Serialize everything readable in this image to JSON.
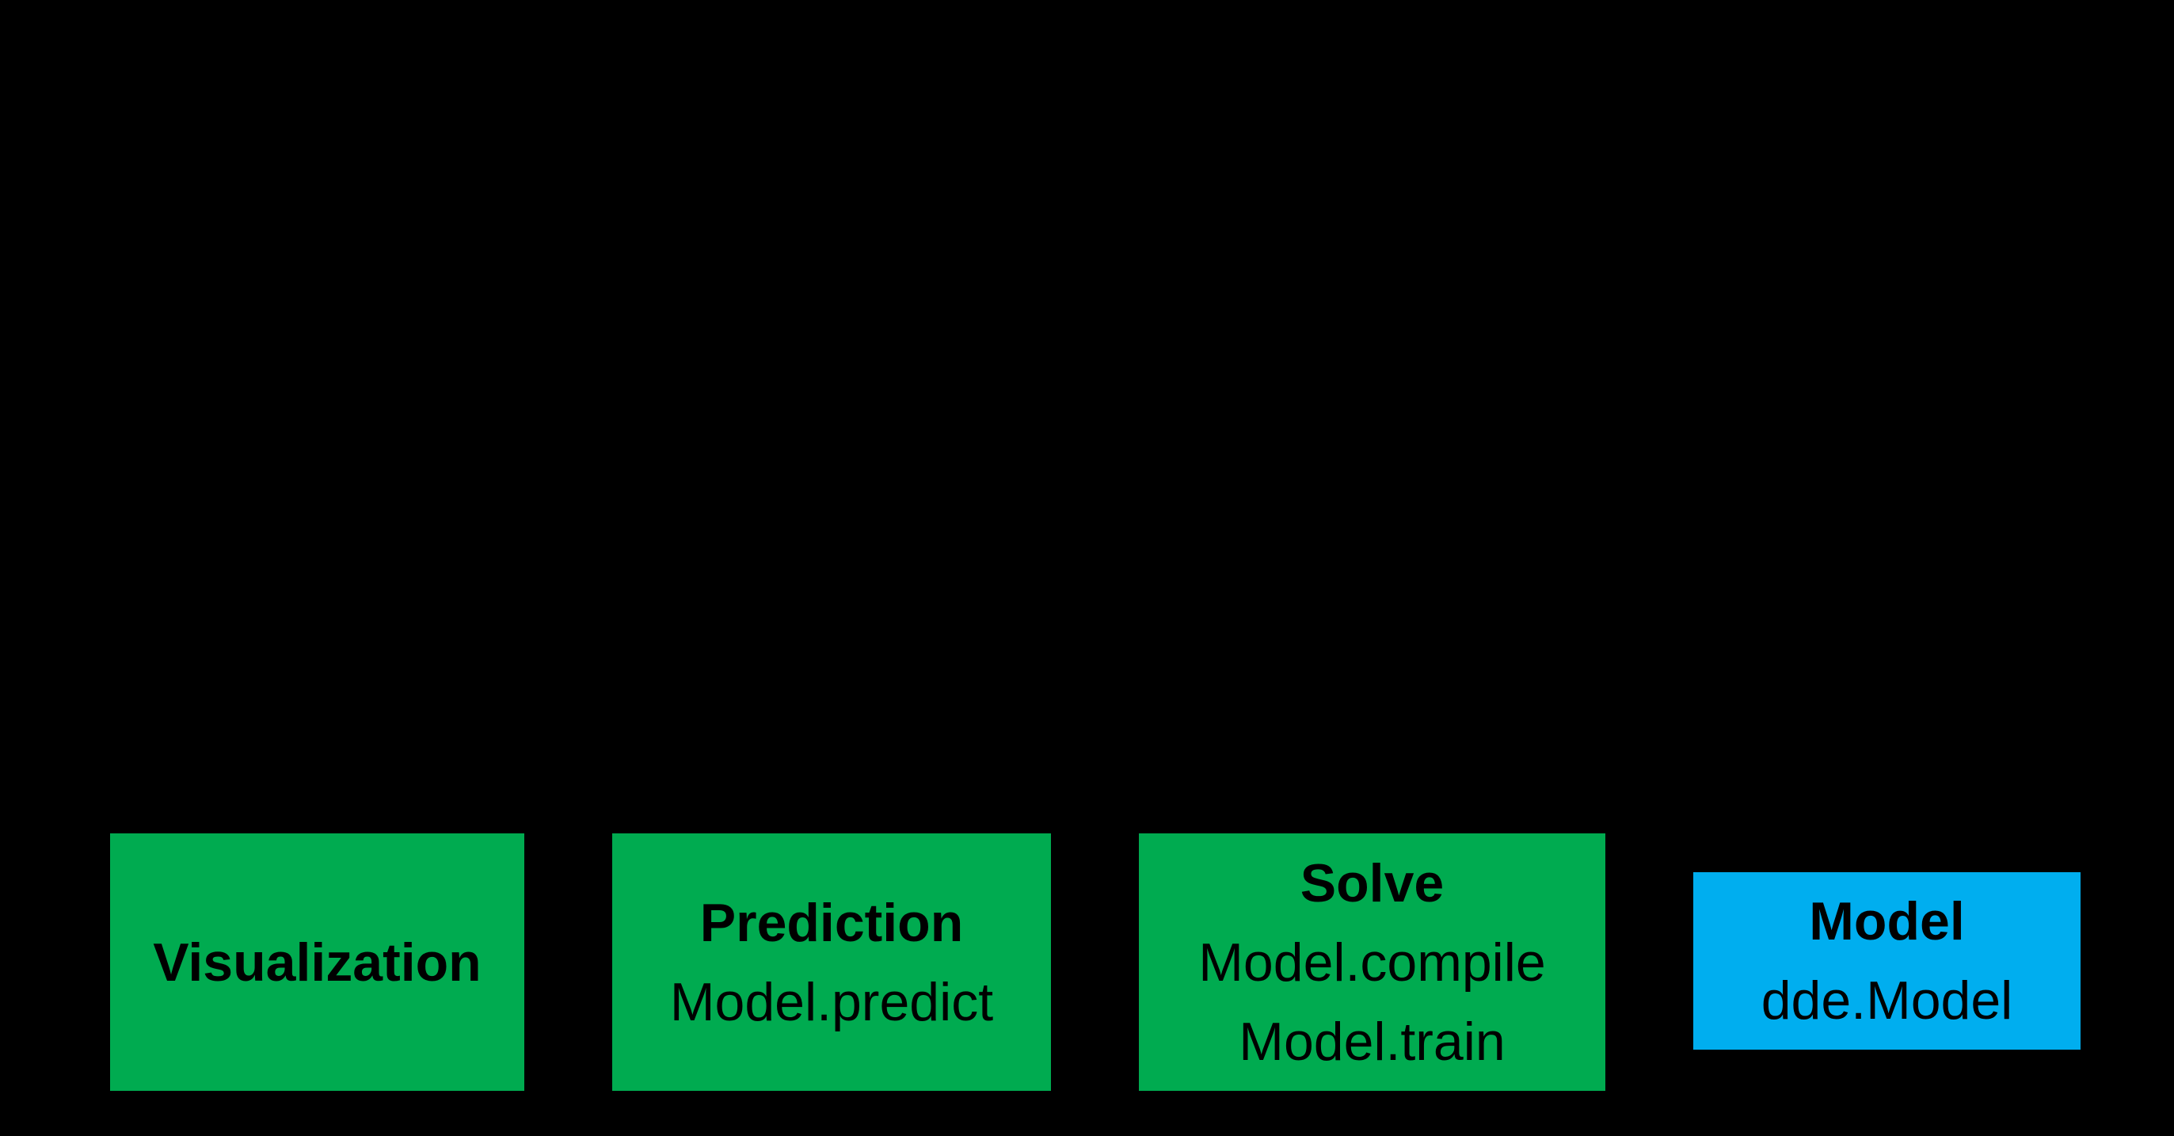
{
  "diagram": {
    "background": "#000000",
    "text_color": "#000000",
    "colors": {
      "green": "#00AB50",
      "blue": "#00AEEF"
    },
    "boxes": [
      {
        "id": "visualization",
        "title": "Visualization",
        "lines": [],
        "color_key": "green"
      },
      {
        "id": "prediction",
        "title": "Prediction",
        "lines": [
          "Model.predict"
        ],
        "color_key": "green"
      },
      {
        "id": "solve",
        "title": "Solve",
        "lines": [
          "Model.compile",
          "Model.train"
        ],
        "color_key": "green"
      },
      {
        "id": "model",
        "title": "Model",
        "lines": [
          "dde.Model"
        ],
        "color_key": "blue"
      }
    ]
  }
}
